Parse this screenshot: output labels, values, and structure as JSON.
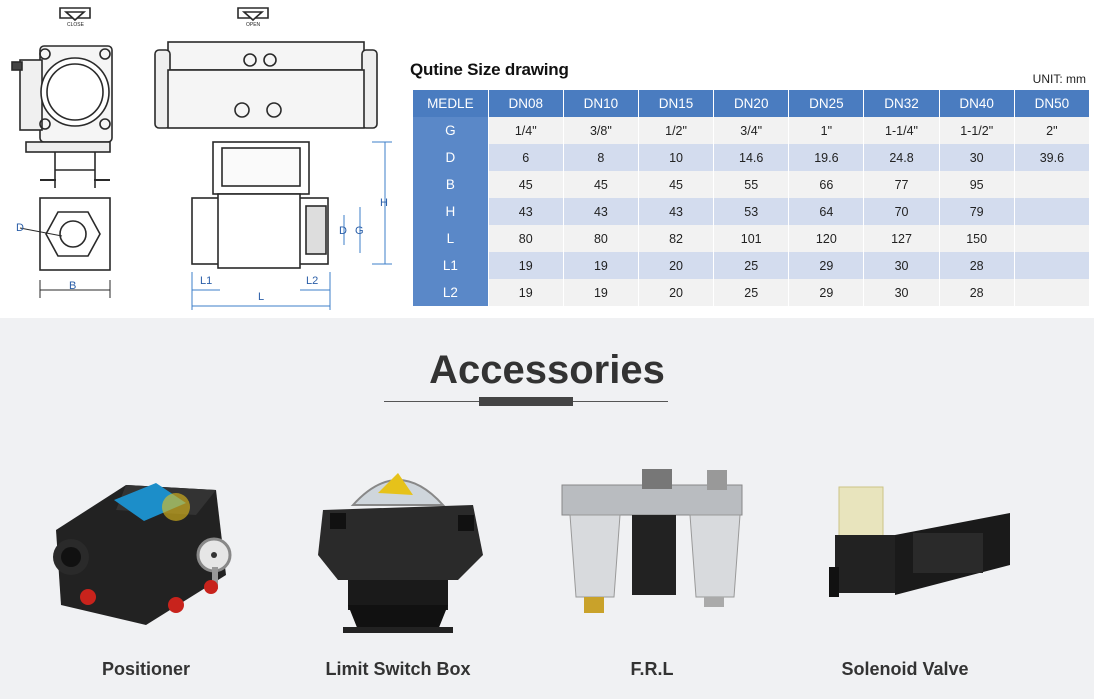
{
  "drawing": {
    "left_view": {
      "top_label": "CLOSE",
      "dim_d": "D",
      "dim_b": "B"
    },
    "right_view": {
      "top_label": "OPEN",
      "dim_h": "H",
      "dim_d": "D",
      "dim_g": "G",
      "dim_l1": "L1",
      "dim_l2": "L2",
      "dim_l": "L"
    }
  },
  "table": {
    "title": "Qutine Size drawing",
    "unit": "UNIT: mm",
    "headers": [
      "MEDLE",
      "DN08",
      "DN10",
      "DN15",
      "DN20",
      "DN25",
      "DN32",
      "DN40",
      "DN50"
    ],
    "rows": [
      {
        "label": "G",
        "cells": [
          "1/4\"",
          "3/8\"",
          "1/2\"",
          "3/4\"",
          "1\"",
          "1-1/4\"",
          "1-1/2\"",
          "2\""
        ]
      },
      {
        "label": "D",
        "cells": [
          "6",
          "8",
          "10",
          "14.6",
          "19.6",
          "24.8",
          "30",
          "39.6"
        ]
      },
      {
        "label": "B",
        "cells": [
          "45",
          "45",
          "45",
          "55",
          "66",
          "77",
          "95",
          ""
        ]
      },
      {
        "label": "H",
        "cells": [
          "43",
          "43",
          "43",
          "53",
          "64",
          "70",
          "79",
          ""
        ]
      },
      {
        "label": "L",
        "cells": [
          "80",
          "80",
          "82",
          "101",
          "120",
          "127",
          "150",
          ""
        ]
      },
      {
        "label": "L1",
        "cells": [
          "19",
          "19",
          "20",
          "25",
          "29",
          "30",
          "28",
          ""
        ]
      },
      {
        "label": "L2",
        "cells": [
          "19",
          "19",
          "20",
          "25",
          "29",
          "30",
          "28",
          ""
        ]
      }
    ]
  },
  "accessories": {
    "title": "Accessories",
    "items": [
      {
        "label": "Positioner",
        "icon": "positioner-image"
      },
      {
        "label": "Limit Switch Box",
        "icon": "limit-switch-box-image"
      },
      {
        "label": "F.R.L",
        "icon": "frl-image"
      },
      {
        "label": "Solenoid Valve",
        "icon": "solenoid-valve-image"
      }
    ]
  }
}
